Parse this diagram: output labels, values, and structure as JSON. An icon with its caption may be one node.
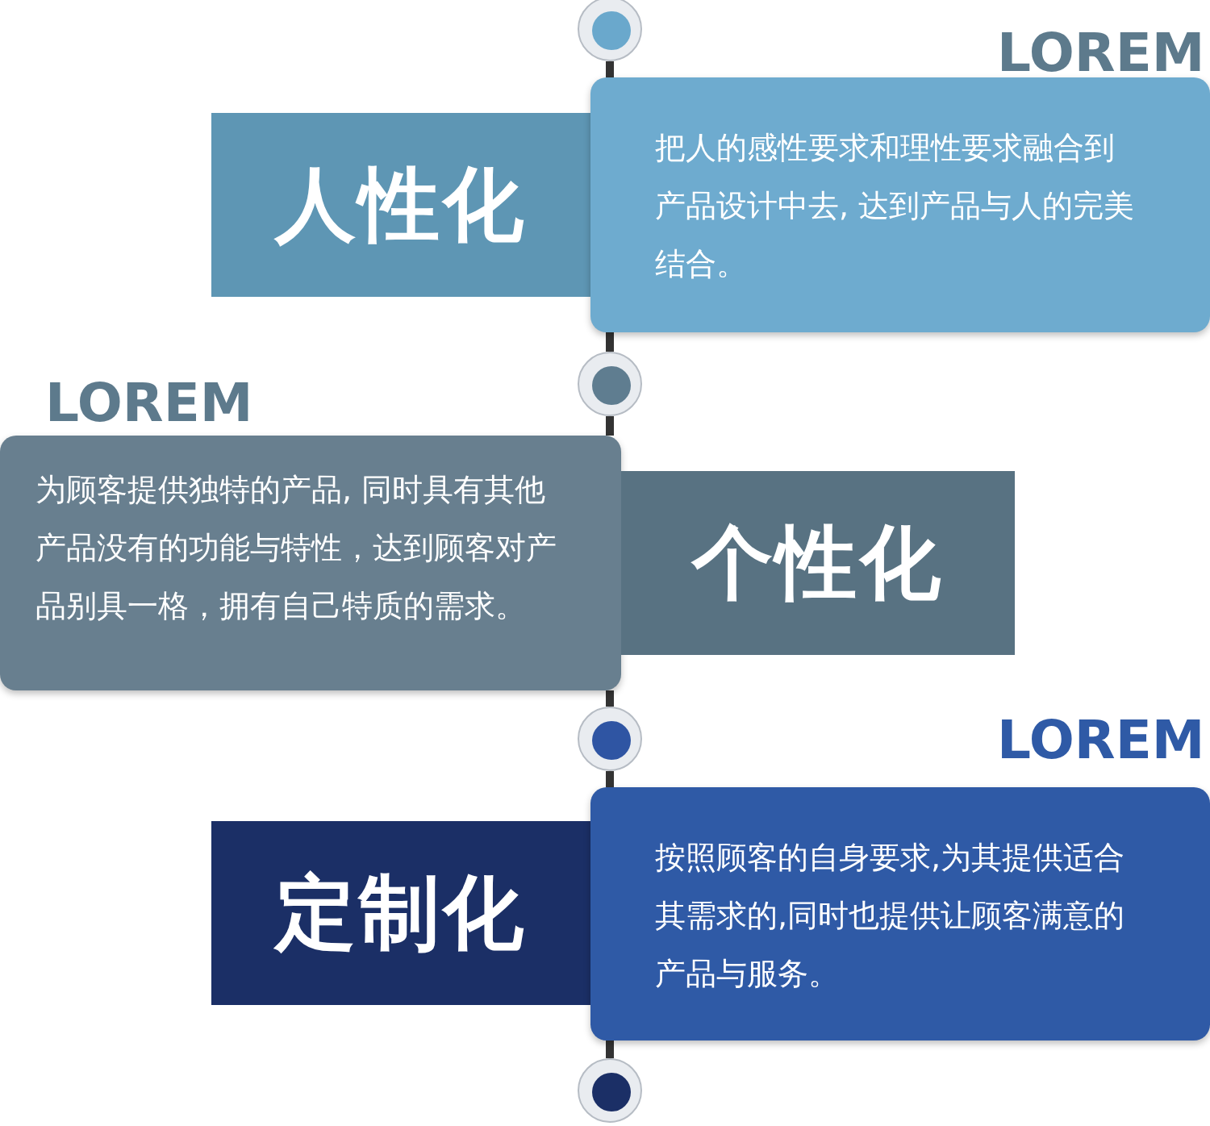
{
  "diagram": {
    "nodes": [
      {
        "text": [],
        "shape": "circle"
      },
      {
        "text": [
          "人性化"
        ]
      },
      {
        "text": [
          "把人的感性要求和理性要求融合到产品设计中去, 达到产品与人的完美结合。"
        ],
        "beside": [
          "LOREM"
        ]
      },
      {
        "text": [],
        "shape": "circle"
      },
      {
        "text": [
          "为顾客提供独特的产品, 同时具有其他产品没有的功能与特性，达到顾客对产品别具一格，拥有自己特质的需求。"
        ],
        "beside": [
          "LOREM"
        ]
      },
      {
        "text": [
          "个性化"
        ]
      },
      {
        "text": [],
        "shape": "circle"
      },
      {
        "text": [
          "定制化"
        ]
      },
      {
        "text": [
          "按照顾客的自身要求,为其提供适合其需求的,同时也提供让顾客满意的产品与服务。"
        ],
        "beside": [
          "LOREM"
        ]
      },
      {
        "text": [],
        "shape": "circle"
      }
    ],
    "edges": [
      {
        "from": 0,
        "to": 2,
        "arrow": "none"
      },
      {
        "from": 2,
        "to": 3,
        "arrow": "none"
      },
      {
        "from": 3,
        "to": 4,
        "arrow": "none"
      },
      {
        "from": 4,
        "to": 6,
        "arrow": "none"
      },
      {
        "from": 6,
        "to": 8,
        "arrow": "none"
      },
      {
        "from": 8,
        "to": 9,
        "arrow": "none"
      }
    ]
  }
}
